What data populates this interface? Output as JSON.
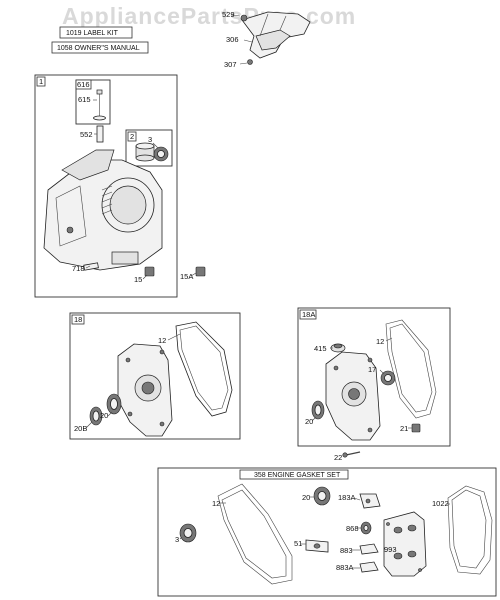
{
  "watermark": "AppliancePartsPros.com",
  "boxes": {
    "label_kit": "1019 LABEL KIT",
    "owners_manual": "1058 OWNER\"S MANUAL",
    "box1_num": "1",
    "box616_num": "616",
    "box2_num": "2",
    "box18_num": "18",
    "box18a_num": "18A",
    "gasket_set": "358 ENGINE GASKET SET"
  },
  "labels": {
    "p529": "529",
    "p306": "306",
    "p307": "307",
    "p615": "615",
    "p552": "552",
    "p3_box2": "3",
    "p718": "718",
    "p15": "15",
    "p15a": "15A",
    "p12_box18": "12",
    "p20b": "20B",
    "p20_box18": "20",
    "p415": "415",
    "p12_box18a": "12",
    "p17": "17",
    "p20_box18a": "20",
    "p21": "21",
    "p22": "22",
    "p12_gasket": "12",
    "p20_gasket": "20",
    "p183a": "183A",
    "p1022": "1022",
    "p868": "868",
    "p51": "51",
    "p883": "883",
    "p993": "993",
    "p3_gasket": "3",
    "p883a": "883A"
  }
}
